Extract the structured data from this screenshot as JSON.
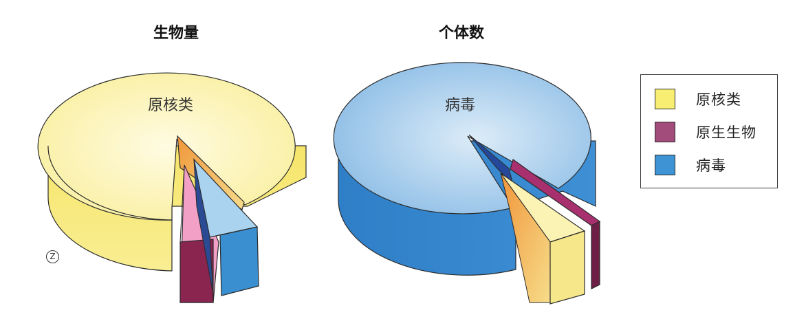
{
  "chart_data": [
    {
      "type": "pie",
      "title": "生物量",
      "label": "原核类",
      "slices": [
        {
          "name": "原核类",
          "value": 90,
          "colors": {
            "top": "#fbf3b4",
            "side": "#f6e66e",
            "edge": "#2b2b2b"
          }
        },
        {
          "name": "原生生物",
          "value": 4,
          "colors": {
            "top": "#f3a0c6",
            "side": "#8a2550",
            "edge": "#2b2b2b"
          }
        },
        {
          "name": "病毒",
          "value": 4,
          "colors": {
            "top": "#a9d3ef",
            "side": "#3a8fd0",
            "edge": "#2b2b2b"
          }
        },
        {
          "name": "",
          "value": 2,
          "colors": {
            "top": "#f2a04a",
            "side": "#e38a2a",
            "edge": "#2b2b2b"
          }
        }
      ]
    },
    {
      "type": "pie",
      "title": "个体数",
      "label": "病毒",
      "slices": [
        {
          "name": "病毒",
          "value": 91,
          "colors": {
            "top": "#a8cdec",
            "side": "#3a88d0",
            "edge": "#2b2b2b"
          }
        },
        {
          "name": "原核类",
          "value": 4,
          "colors": {
            "top": "#fbf3b4",
            "side": "#f6e88a",
            "edge": "#2b2b2b"
          }
        },
        {
          "name": "原生生物",
          "value": 2,
          "colors": {
            "top": "#a8306e",
            "side": "#6e1f46",
            "edge": "#2b2b2b"
          }
        },
        {
          "name": "",
          "value": 3,
          "colors": {
            "top": "#26489a",
            "side": "#1d3a7a",
            "edge": "#2b2b2b"
          }
        }
      ]
    }
  ],
  "legend": {
    "placement": "right",
    "items": [
      {
        "name": "原核类",
        "color": "#f7ee72"
      },
      {
        "name": "原生生物",
        "color": "#a24c7c"
      },
      {
        "name": "病毒",
        "color": "#3d93d3"
      }
    ]
  },
  "mark": "Z"
}
